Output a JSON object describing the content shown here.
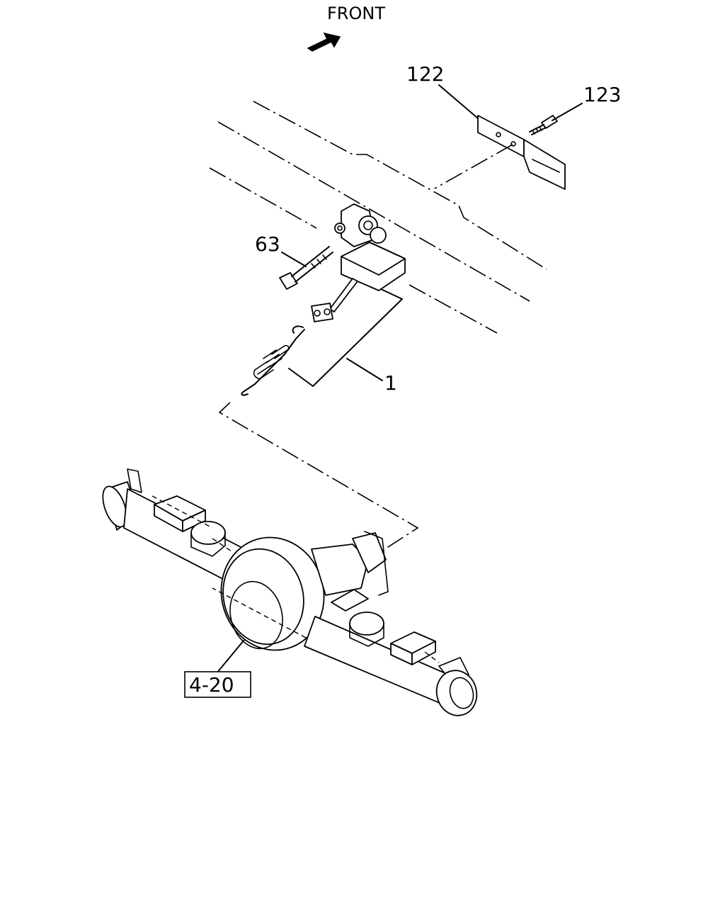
{
  "direction_label": "FRONT",
  "callouts": {
    "part_122": "122",
    "part_123": "123",
    "part_63": "63",
    "part_1": "1",
    "ref_4_20": "4-20"
  }
}
